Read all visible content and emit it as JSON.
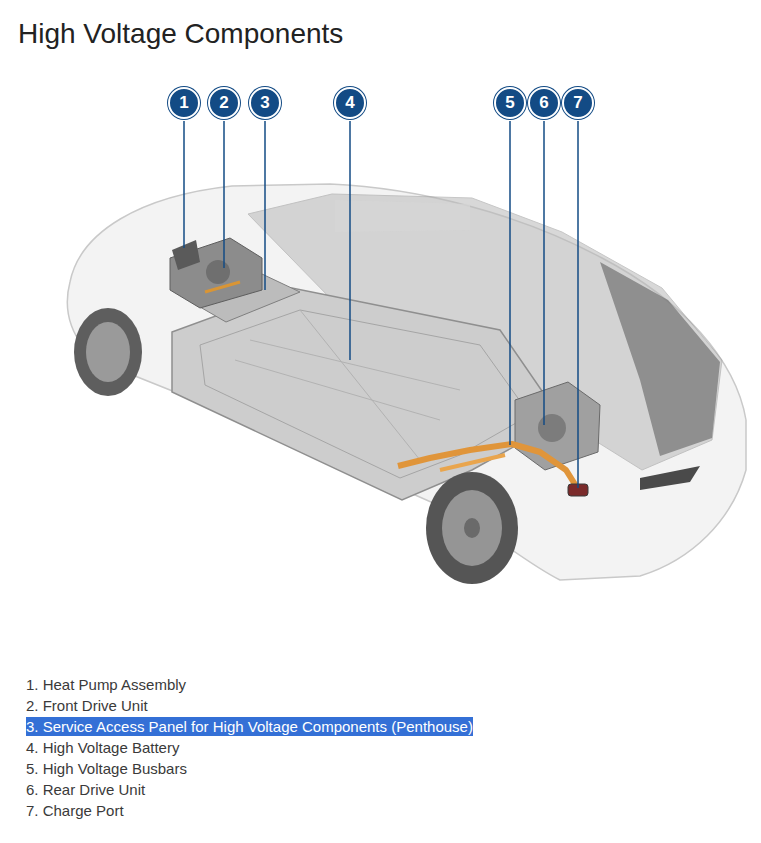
{
  "diagram": {
    "title": "High Voltage Components",
    "nodes": [
      {
        "text": [
          "1"
        ]
      },
      {
        "text": [
          "2"
        ]
      },
      {
        "text": [
          "3"
        ]
      },
      {
        "text": [
          "4"
        ]
      },
      {
        "text": [
          "5"
        ]
      },
      {
        "text": [
          "6"
        ]
      },
      {
        "text": [
          "7"
        ]
      }
    ],
    "labels": [
      "1. Heat Pump Assembly",
      "2. Front Drive Unit",
      "3. Service Access Panel for High Voltage Components (Penthouse)",
      "4. High Voltage Battery",
      "5. High Voltage Busbars",
      "6. Rear Drive Unit",
      "7. Charge Port"
    ]
  }
}
